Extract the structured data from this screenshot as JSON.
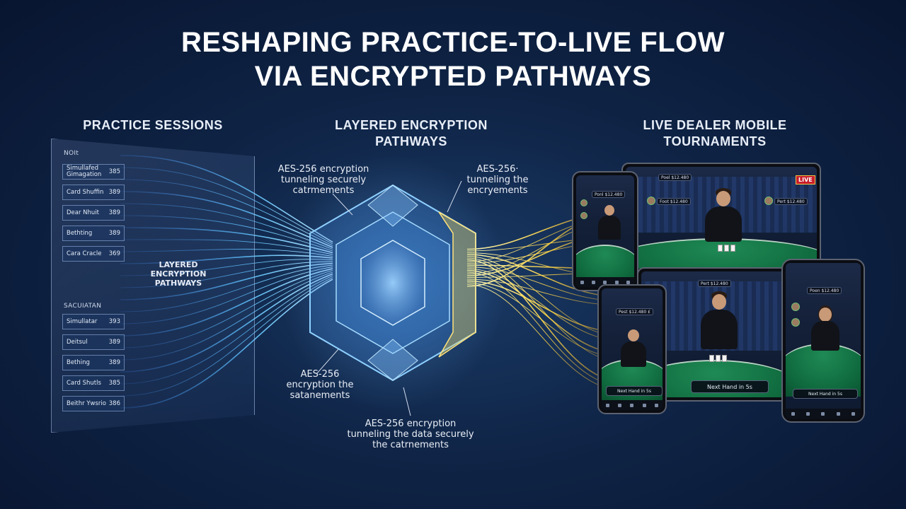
{
  "title_line1": "RESHAPING PRACTICE-TO-LIVE FLOW",
  "title_line2": "VIA ENCRYPTED PATHWAYS",
  "headings": {
    "practice": "PRACTICE SESSIONS",
    "encryption_line1": "LAYERED ENCRYPTION",
    "encryption_line2": "PATHWAYS",
    "live_line1": "LIVE DEALER MOBILE",
    "live_line2": "TOURNAMENTS"
  },
  "practice_panel": {
    "section1_label": "NOIt",
    "section1_rows": [
      {
        "label": "Simullafed Gimagation",
        "value": "385"
      },
      {
        "label": "Card Shuffin",
        "value": "389"
      },
      {
        "label": "Dear Nhuit",
        "value": "389"
      },
      {
        "label": "Bethting",
        "value": "389"
      },
      {
        "label": "Cara Cracle",
        "value": "369"
      }
    ],
    "center_label_line1": "LAYERED",
    "center_label_line2": "ENCRYPTION",
    "center_label_line3": "PATHWAYS",
    "section2_label": "SACUIATAN",
    "section2_rows": [
      {
        "label": "Simullatar",
        "value": "393"
      },
      {
        "label": "Deitsul",
        "value": "389"
      },
      {
        "label": "Bething",
        "value": "389"
      },
      {
        "label": "Card Shutls",
        "value": "385"
      },
      {
        "label": "Beithr Ywsrio",
        "value": "386"
      }
    ]
  },
  "annotations": {
    "top_left_line1": "AES-256 encryption",
    "top_left_line2": "tunneling securely",
    "top_left_line3": "catrmements",
    "top_right_line1": "AES-256·",
    "top_right_line2": "tunneling the",
    "top_right_line3": "encryements",
    "mid_left_line1": "AES-256",
    "mid_left_line2": "encryption the",
    "mid_left_line3": "satanements",
    "bottom_line1": "AES-256 encryption",
    "bottom_line2": "tunneling the data securely",
    "bottom_line3": "the catrnements"
  },
  "devices": {
    "tablet_top": {
      "live_badge": "LIVE",
      "bet_label": "Poel $12.480",
      "player1": "Foot $12.480",
      "player2": "Pert $12.480"
    },
    "tablet_bottom": {
      "bet_label": "Pert $12.480",
      "next_hand": "Next Hand in 5s"
    },
    "phone_left": {
      "bet_label": "Ponl $12.480"
    },
    "phone_small": {
      "bet_label": "Pest $12.480 £",
      "next_hand": "Next Hand in 5s"
    },
    "phone_right": {
      "bet_label": "Poen $12.480",
      "next_hand": "Next Hand in 5s"
    }
  },
  "colors": {
    "background": "#0f2446",
    "blue_flow": "#4fb4ff",
    "yellow_flow": "#ffd84a",
    "felt": "#0f6a3e",
    "live_red": "#c81e2c"
  }
}
